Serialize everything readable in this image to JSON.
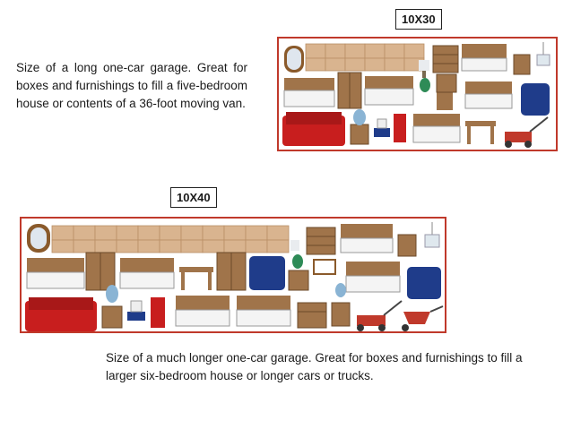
{
  "unit_10x30": {
    "label": "10X30",
    "description": "Size of a long one-car garage. Great for boxes and furnishings to fill a five-bedroom house or contents of a 36-foot moving van."
  },
  "unit_10x40": {
    "label": "10X40",
    "description": "Size of a much longer one-car garage. Great for boxes and furnishings to fill a larger six-bedroom house or longer cars or trucks."
  },
  "colors": {
    "border": "#c0392b",
    "box": "#d9b48f",
    "wood": "#a0744a",
    "sofa_red": "#c81e1e",
    "chair_blue": "#1f3c8a",
    "mattress": "#f4f4f4"
  }
}
